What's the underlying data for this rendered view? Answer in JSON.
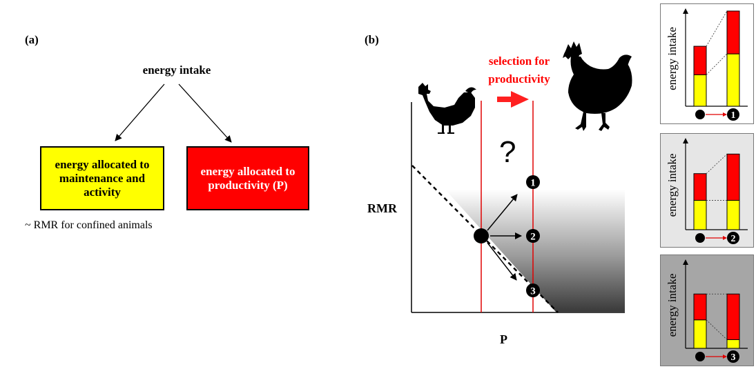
{
  "panel_a": {
    "label": "(a)",
    "top_text": "energy intake",
    "box_left": "energy allocated to maintenance and activity",
    "box_right": "energy allocated to productivity (P)",
    "note": "~ RMR for confined animals",
    "colors": {
      "maintenance": "#ffff00",
      "productivity": "#ff0000"
    }
  },
  "panel_b": {
    "label": "(b)",
    "selection_line1": "selection for",
    "selection_line2": "productivity",
    "y_axis_label": "RMR",
    "x_axis_label": "P",
    "question_mark": "?",
    "outcomes": [
      "1",
      "2",
      "3"
    ]
  },
  "side_panels": {
    "y_label": "energy intake",
    "items": [
      {
        "outcome": "1",
        "background": "#ffffff",
        "before": {
          "maintenance": 0.33,
          "productivity": 0.3
        },
        "after": {
          "maintenance": 0.55,
          "productivity": 0.45
        }
      },
      {
        "outcome": "2",
        "background": "#e6e6e6",
        "before": {
          "maintenance": 0.33,
          "productivity": 0.3
        },
        "after": {
          "maintenance": 0.33,
          "productivity": 0.52
        }
      },
      {
        "outcome": "3",
        "background": "#a6a6a6",
        "before": {
          "maintenance": 0.33,
          "productivity": 0.3
        },
        "after": {
          "maintenance": 0.1,
          "productivity": 0.53
        }
      }
    ]
  }
}
